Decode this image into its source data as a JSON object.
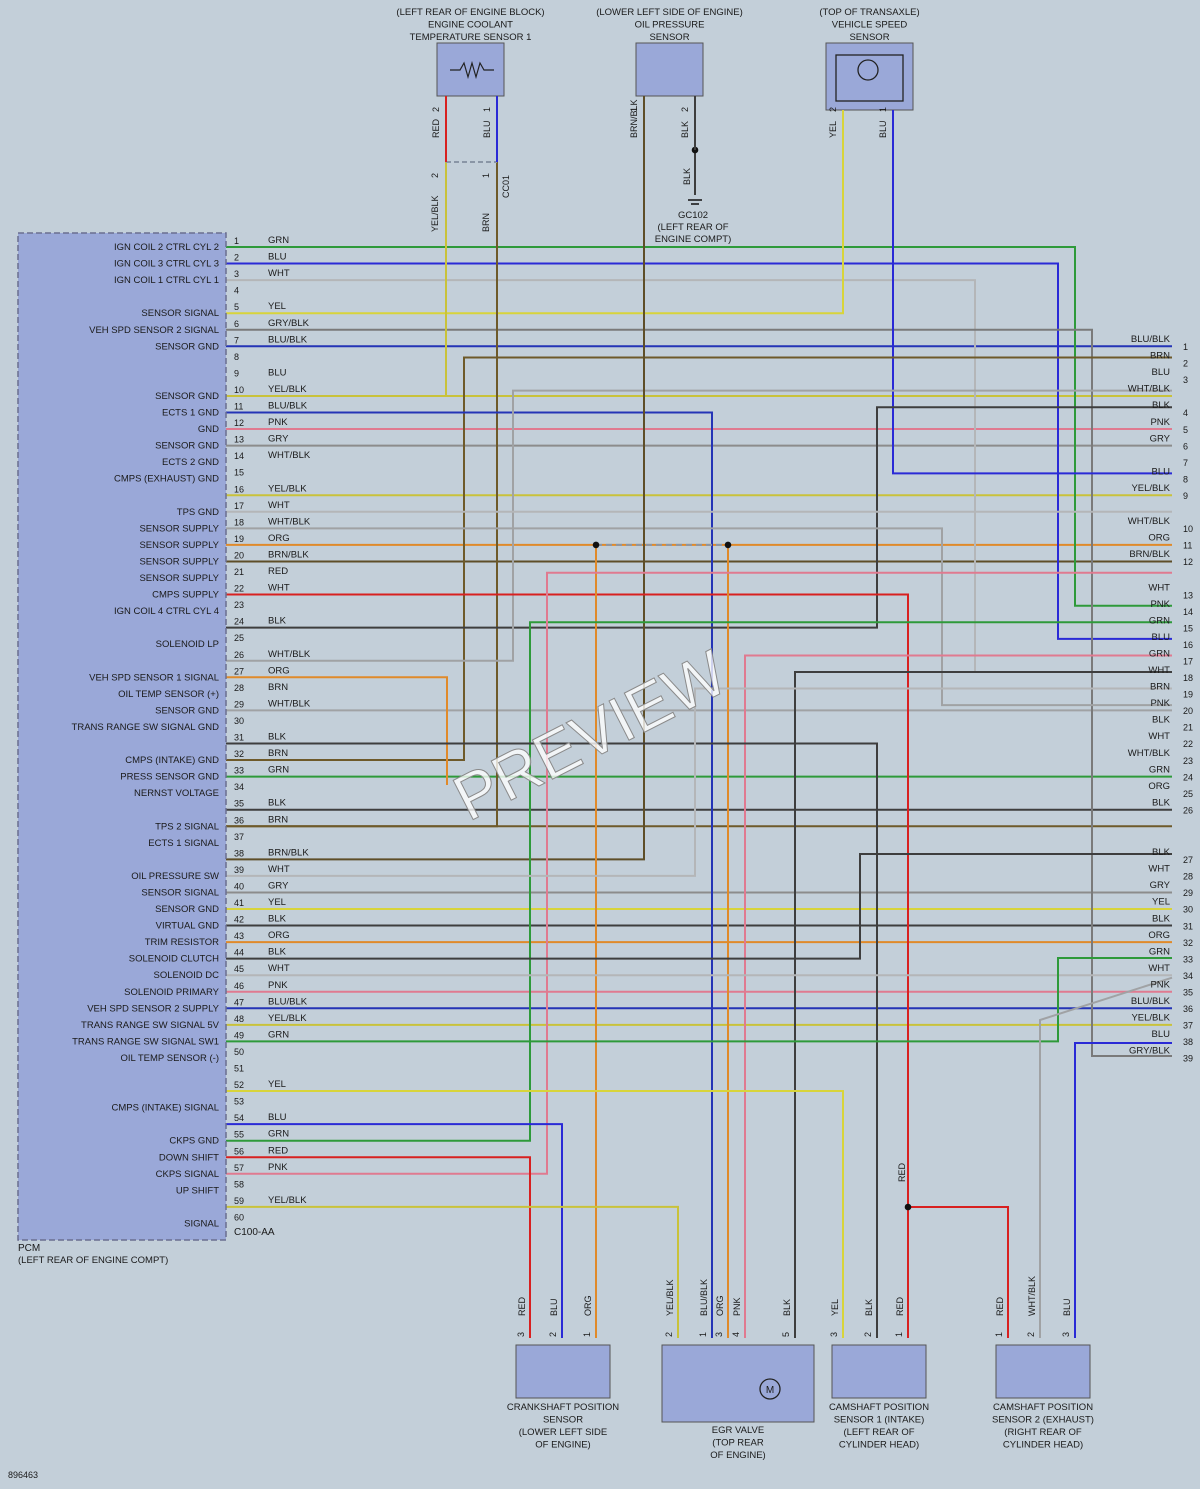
{
  "colors": {
    "GRN": "#2e9a3a",
    "BLU": "#2a2ad6",
    "WHT": "#b4b6b8",
    "YEL": "#d8d43a",
    "GRY": "#8c8c8c",
    "BRN": "#6e5a2a",
    "PNK": "#e07a90",
    "RED": "#d82020",
    "BLK": "#3e3e3e",
    "ORG": "#e08a2a",
    "YEL/BLK": "#c9c23a",
    "GRY/BLK": "#7a7a7a",
    "BLU/BLK": "#2434b6",
    "WHT/BLK": "#a0a2a4",
    "BRN/BLK": "#5e4e28",
    "background": "#c3cfd9",
    "module_fill": "#9aa8d8"
  },
  "pcm": {
    "name": "PCM",
    "location": "(LEFT REAR OF ENGINE COMPT)",
    "connector": "C100-AA",
    "pins": [
      {
        "pin": "1",
        "label": "IGN COIL 2 CTRL CYL 2",
        "wire": "GRN"
      },
      {
        "pin": "2",
        "label": "IGN COIL 3 CTRL CYL 3",
        "wire": "BLU"
      },
      {
        "pin": "3",
        "label": "IGN COIL 1 CTRL CYL 1",
        "wire": "WHT"
      },
      {
        "pin": "4",
        "label": "",
        "wire": ""
      },
      {
        "pin": "5",
        "label": "SENSOR SIGNAL",
        "wire": "YEL"
      },
      {
        "pin": "6",
        "label": "VEH SPD SENSOR 2 SIGNAL",
        "wire": "GRY/BLK"
      },
      {
        "pin": "7",
        "label": "SENSOR GND",
        "wire": "BLU/BLK"
      },
      {
        "pin": "8",
        "label": "",
        "wire": ""
      },
      {
        "pin": "9",
        "label": "",
        "wire": "BLU"
      },
      {
        "pin": "10",
        "label": "SENSOR GND",
        "wire": "YEL/BLK"
      },
      {
        "pin": "11",
        "label": "ECTS 1 GND",
        "wire": "BLU/BLK"
      },
      {
        "pin": "12",
        "label": "GND",
        "wire": "PNK"
      },
      {
        "pin": "13",
        "label": "SENSOR GND",
        "wire": "GRY"
      },
      {
        "pin": "14",
        "label": "ECTS 2 GND",
        "wire": "WHT/BLK"
      },
      {
        "pin": "15",
        "label": "CMPS (EXHAUST) GND",
        "wire": ""
      },
      {
        "pin": "16",
        "label": "",
        "wire": "YEL/BLK"
      },
      {
        "pin": "17",
        "label": "TPS GND",
        "wire": "WHT"
      },
      {
        "pin": "18",
        "label": "SENSOR SUPPLY",
        "wire": "WHT/BLK"
      },
      {
        "pin": "19",
        "label": "SENSOR SUPPLY",
        "wire": "ORG"
      },
      {
        "pin": "20",
        "label": "SENSOR SUPPLY",
        "wire": "BRN/BLK"
      },
      {
        "pin": "21",
        "label": "SENSOR SUPPLY",
        "wire": "RED"
      },
      {
        "pin": "22",
        "label": "CMPS SUPPLY",
        "wire": "WHT"
      },
      {
        "pin": "23",
        "label": "IGN COIL 4 CTRL CYL 4",
        "wire": ""
      },
      {
        "pin": "24",
        "label": "",
        "wire": "BLK"
      },
      {
        "pin": "25",
        "label": "SOLENOID LP",
        "wire": ""
      },
      {
        "pin": "26",
        "label": "",
        "wire": "WHT/BLK"
      },
      {
        "pin": "27",
        "label": "VEH SPD SENSOR 1 SIGNAL",
        "wire": "ORG"
      },
      {
        "pin": "28",
        "label": "OIL TEMP SENSOR (+)",
        "wire": "BRN"
      },
      {
        "pin": "29",
        "label": "SENSOR GND",
        "wire": "WHT/BLK"
      },
      {
        "pin": "30",
        "label": "TRANS RANGE SW SIGNAL GND",
        "wire": ""
      },
      {
        "pin": "31",
        "label": "",
        "wire": "BLK"
      },
      {
        "pin": "32",
        "label": "CMPS (INTAKE) GND",
        "wire": "BRN"
      },
      {
        "pin": "33",
        "label": "PRESS SENSOR GND",
        "wire": "GRN"
      },
      {
        "pin": "34",
        "label": "NERNST VOLTAGE",
        "wire": ""
      },
      {
        "pin": "35",
        "label": "",
        "wire": "BLK"
      },
      {
        "pin": "36",
        "label": "TPS 2 SIGNAL",
        "wire": "BRN"
      },
      {
        "pin": "37",
        "label": "ECTS 1 SIGNAL",
        "wire": ""
      },
      {
        "pin": "38",
        "label": "",
        "wire": "BRN/BLK"
      },
      {
        "pin": "39",
        "label": "OIL PRESSURE SW",
        "wire": "WHT"
      },
      {
        "pin": "40",
        "label": "SENSOR SIGNAL",
        "wire": "GRY"
      },
      {
        "pin": "41",
        "label": "SENSOR GND",
        "wire": "YEL"
      },
      {
        "pin": "42",
        "label": "VIRTUAL GND",
        "wire": "BLK"
      },
      {
        "pin": "43",
        "label": "TRIM RESISTOR",
        "wire": "ORG"
      },
      {
        "pin": "44",
        "label": "SOLENOID CLUTCH",
        "wire": "BLK"
      },
      {
        "pin": "45",
        "label": "SOLENOID DC",
        "wire": "WHT"
      },
      {
        "pin": "46",
        "label": "SOLENOID PRIMARY",
        "wire": "PNK"
      },
      {
        "pin": "47",
        "label": "VEH SPD SENSOR 2 SUPPLY",
        "wire": "BLU/BLK"
      },
      {
        "pin": "48",
        "label": "TRANS RANGE SW SIGNAL 5V",
        "wire": "YEL/BLK"
      },
      {
        "pin": "49",
        "label": "TRANS RANGE SW SIGNAL SW1",
        "wire": "GRN"
      },
      {
        "pin": "50",
        "label": "OIL TEMP SENSOR (-)",
        "wire": ""
      },
      {
        "pin": "51",
        "label": "",
        "wire": ""
      },
      {
        "pin": "52",
        "label": "",
        "wire": "YEL"
      },
      {
        "pin": "53",
        "label": "CMPS (INTAKE) SIGNAL",
        "wire": ""
      },
      {
        "pin": "54",
        "label": "",
        "wire": "BLU"
      },
      {
        "pin": "55",
        "label": "CKPS GND",
        "wire": "GRN"
      },
      {
        "pin": "56",
        "label": "DOWN SHIFT",
        "wire": "RED"
      },
      {
        "pin": "57",
        "label": "CKPS SIGNAL",
        "wire": "PNK"
      },
      {
        "pin": "58",
        "label": "UP SHIFT",
        "wire": ""
      },
      {
        "pin": "59",
        "label": "",
        "wire": "YEL/BLK"
      },
      {
        "pin": "60",
        "label": "SIGNAL",
        "wire": ""
      }
    ]
  },
  "right_connector": {
    "pins": [
      {
        "pin": "1",
        "wire": "BLU/BLK"
      },
      {
        "pin": "2",
        "wire": "BRN"
      },
      {
        "pin": "3",
        "wire": "BLU"
      },
      {
        "pin": "",
        "wire": "WHT/BLK"
      },
      {
        "pin": "4",
        "wire": "BLK"
      },
      {
        "pin": "5",
        "wire": "PNK"
      },
      {
        "pin": "6",
        "wire": "GRY"
      },
      {
        "pin": "7",
        "wire": ""
      },
      {
        "pin": "8",
        "wire": "BLU"
      },
      {
        "pin": "9",
        "wire": "YEL/BLK"
      },
      {
        "pin": "",
        "wire": ""
      },
      {
        "pin": "10",
        "wire": "WHT/BLK"
      },
      {
        "pin": "11",
        "wire": "ORG"
      },
      {
        "pin": "12",
        "wire": "BRN/BLK"
      },
      {
        "pin": "",
        "wire": ""
      },
      {
        "pin": "13",
        "wire": "WHT"
      },
      {
        "pin": "14",
        "wire": "PNK"
      },
      {
        "pin": "15",
        "wire": "GRN"
      },
      {
        "pin": "16",
        "wire": "BLU"
      },
      {
        "pin": "17",
        "wire": "GRN"
      },
      {
        "pin": "18",
        "wire": "WHT"
      },
      {
        "pin": "19",
        "wire": "BRN"
      },
      {
        "pin": "20",
        "wire": "PNK"
      },
      {
        "pin": "21",
        "wire": "BLK"
      },
      {
        "pin": "22",
        "wire": "WHT"
      },
      {
        "pin": "23",
        "wire": "WHT/BLK"
      },
      {
        "pin": "24",
        "wire": "GRN"
      },
      {
        "pin": "25",
        "wire": "ORG"
      },
      {
        "pin": "26",
        "wire": "BLK"
      },
      {
        "pin": "",
        "wire": ""
      },
      {
        "pin": "",
        "wire": ""
      },
      {
        "pin": "27",
        "wire": "BLK"
      },
      {
        "pin": "28",
        "wire": "WHT"
      },
      {
        "pin": "29",
        "wire": "GRY"
      },
      {
        "pin": "30",
        "wire": "YEL"
      },
      {
        "pin": "31",
        "wire": "BLK"
      },
      {
        "pin": "32",
        "wire": "ORG"
      },
      {
        "pin": "33",
        "wire": "GRN"
      },
      {
        "pin": "34",
        "wire": "WHT"
      },
      {
        "pin": "35",
        "wire": "PNK"
      },
      {
        "pin": "36",
        "wire": "BLU/BLK"
      },
      {
        "pin": "37",
        "wire": "YEL/BLK"
      },
      {
        "pin": "38",
        "wire": "BLU"
      },
      {
        "pin": "39",
        "wire": "GRY/BLK"
      }
    ]
  },
  "top_components": [
    {
      "id": "ects",
      "lines": [
        "(LEFT REAR OF ENGINE BLOCK)",
        "ENGINE COOLANT",
        "TEMPERATURE SENSOR 1"
      ],
      "wires": [
        {
          "pin": "2",
          "wire": "RED",
          "lower": "YEL/BLK"
        },
        {
          "pin": "1",
          "wire": "BLU",
          "lower": "BRN"
        }
      ],
      "connector": "CC01"
    },
    {
      "id": "ops",
      "lines": [
        "(LOWER LEFT SIDE OF ENGINE)",
        "OIL PRESSURE",
        "SENSOR"
      ],
      "wires": [
        {
          "pin": "1",
          "wire": "BRN/BLK"
        },
        {
          "pin": "2",
          "wire": "BLK"
        }
      ],
      "ground": {
        "wire": "BLK",
        "name": "GC102",
        "location": [
          "(LEFT REAR OF",
          "ENGINE COMPT)"
        ]
      }
    },
    {
      "id": "vss",
      "lines": [
        "(TOP OF TRANSAXLE)",
        "VEHICLE SPEED",
        "SENSOR"
      ],
      "wires": [
        {
          "pin": "2",
          "wire": "YEL"
        },
        {
          "pin": "1",
          "wire": "BLU"
        }
      ]
    }
  ],
  "bottom_components": [
    {
      "id": "ckp",
      "lines": [
        "CRANKSHAFT POSITION",
        "SENSOR",
        "(LOWER LEFT SIDE",
        "OF ENGINE)"
      ],
      "wires": [
        {
          "pin": "3",
          "wire": "RED"
        },
        {
          "pin": "2",
          "wire": "BLU"
        },
        {
          "pin": "1",
          "wire": "ORG"
        }
      ]
    },
    {
      "id": "egr",
      "lines": [
        "EGR VALVE",
        "(TOP REAR",
        "OF ENGINE)"
      ],
      "wires": [
        {
          "pin": "2",
          "wire": "YEL/BLK"
        },
        {
          "pin": "1",
          "wire": "BLU/BLK"
        },
        {
          "pin": "3",
          "wire": "ORG"
        },
        {
          "pin": "4",
          "wire": "PNK"
        },
        {
          "pin": "5",
          "wire": "BLK"
        }
      ],
      "motor": "M"
    },
    {
      "id": "cmp1",
      "lines": [
        "CAMSHAFT POSITION",
        "SENSOR 1 (INTAKE)",
        "(LEFT REAR OF",
        "CYLINDER HEAD)"
      ],
      "wires": [
        {
          "pin": "3",
          "wire": "YEL"
        },
        {
          "pin": "2",
          "wire": "BLK"
        },
        {
          "pin": "1",
          "wire": "RED"
        }
      ]
    },
    {
      "id": "cmp2",
      "lines": [
        "CAMSHAFT POSITION",
        "SENSOR 2 (EXHAUST)",
        "(RIGHT REAR OF",
        "CYLINDER HEAD)"
      ],
      "wires": [
        {
          "pin": "1",
          "wire": "RED"
        },
        {
          "pin": "2",
          "wire": "WHT/BLK"
        },
        {
          "pin": "3",
          "wire": "BLU"
        }
      ]
    }
  ],
  "splice_label": "RED",
  "watermark": "PREVIEW",
  "figure_id": "896463"
}
